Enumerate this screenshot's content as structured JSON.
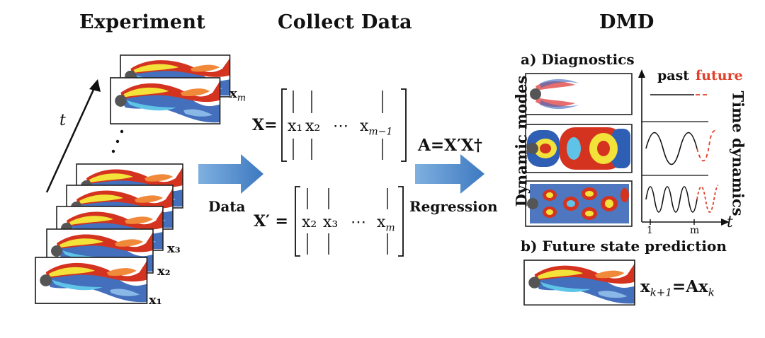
{
  "titles": {
    "experiment": "Experiment",
    "collect": "Collect Data",
    "dmd": "DMD"
  },
  "experiment": {
    "time_label": "t",
    "snapshot_labels": [
      "x₁",
      "x₂",
      "x₃"
    ],
    "last_label": "xm",
    "last_sub": "m"
  },
  "arrows": {
    "data": "Data",
    "regression": "Regression"
  },
  "matrices": {
    "X": {
      "lhs": "X=",
      "entries": [
        "x₁",
        "x₂",
        "⋯",
        "x"
      ],
      "last_sub": "m−1"
    },
    "Xp": {
      "lhs": "X′ =",
      "entries": [
        "x₂",
        "x₃",
        "⋯",
        "x"
      ],
      "last_sub": "m"
    }
  },
  "operator": "A=X′X†",
  "dmd": {
    "diagnostics": "a) Diagnostics",
    "past": "past",
    "future": "future",
    "modes_axis": "Dynamic modes",
    "time_axis": "Time dynamics",
    "tick_start": "1",
    "tick_end": "m",
    "t_axis": "t",
    "prediction": "b) Future state prediction",
    "equation": {
      "lhs_base": "x",
      "lhs_sub": "k+1",
      "rhs_base": "=Ax",
      "rhs_sub": "k"
    }
  },
  "colors": {
    "arrow_blue": "#4a86c6",
    "future_red": "#e0402a",
    "warm": "#d4331f",
    "cool": "#2f5fb5",
    "yellow": "#f3e23a",
    "cyan": "#5fc3e8"
  }
}
